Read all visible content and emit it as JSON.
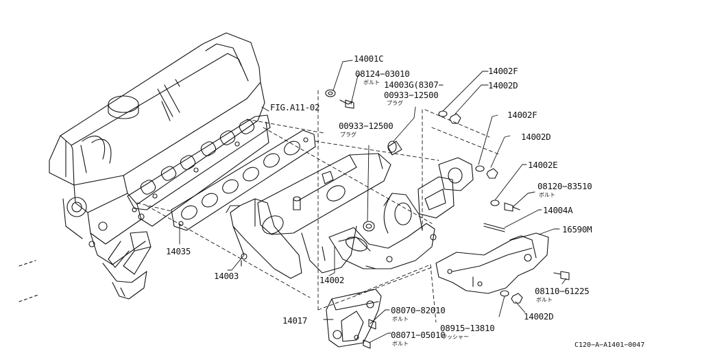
{
  "labels": {
    "p_14001C": "14001C",
    "p_08124_03010": "08124−03010",
    "p_14003G": "14003G(8307−",
    "p_00933_12500_a": "00933−12500",
    "p_14002F_a": "14002F",
    "p_14002D_a": "14002D",
    "p_fig": "FIG.A11-02",
    "p_00933_12500_b": "00933−12500",
    "p_14002F_b": "14002F",
    "p_14002D_b": "14002D",
    "p_14002E": "14002E",
    "p_08120_83510": "08120−83510",
    "p_14004A": "14004A",
    "p_16590M": "16590M",
    "p_14035": "14035",
    "p_14003": "14003",
    "p_14002": "14002",
    "p_08110_61225": "08110−61225",
    "p_14002D_c": "14002D",
    "p_14017": "14017",
    "p_08070_82010": "08070−82010",
    "p_08915_13810": "08915−13810",
    "p_08071_05010": "08071−05010"
  },
  "annotations": {
    "bolt_1": "ボルト",
    "plug_1": "プラグ",
    "plug_2": "プラグ",
    "bolt_2": "ボルト",
    "bolt_3": "ボルト",
    "bolt_4": "ボルト",
    "washer": "ワッシャー",
    "bolt_5": "ボルト"
  },
  "drawing_code": "C120−A−A1401−0047",
  "colors": {
    "ink": "#111111",
    "paper": "#ffffff"
  }
}
